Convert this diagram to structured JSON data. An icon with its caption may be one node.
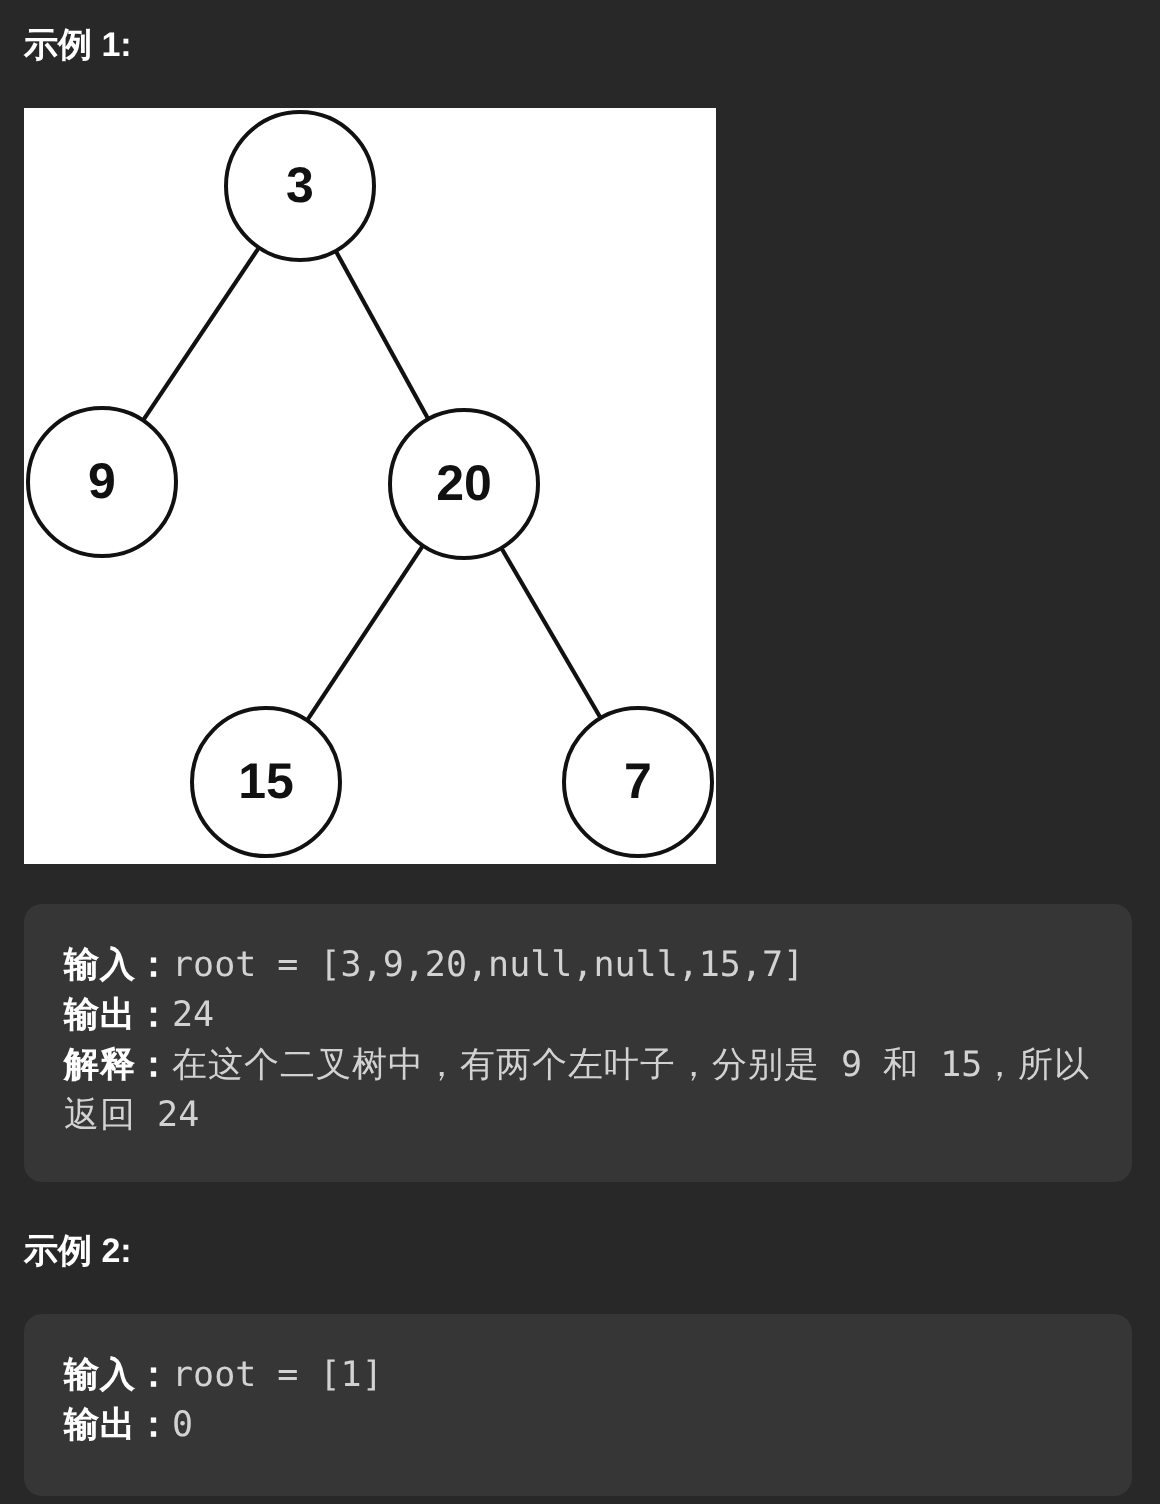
{
  "diagram": {
    "nodes": [
      {
        "text": [
          "3"
        ]
      },
      {
        "text": [
          "9"
        ]
      },
      {
        "text": [
          "20"
        ]
      },
      {
        "text": [
          "15"
        ]
      },
      {
        "text": [
          "7"
        ]
      },
      {
        "text": [
          "**输入：**root = [3,9,20,null,null,15,7]",
          "**输出：**24",
          "**解释：**在这个二叉树中，有两个左叶子，分别是 9 和 15，所以返回 24"
        ]
      },
      {
        "text": [
          "**输入：**root = [1]",
          "**输出：**0"
        ]
      }
    ],
    "edges": [
      {
        "from": 0,
        "to": 1,
        "arrow": "none"
      },
      {
        "from": 0,
        "to": 2,
        "arrow": "none"
      },
      {
        "from": 2,
        "to": 3,
        "arrow": "none"
      },
      {
        "from": 2,
        "to": 4,
        "arrow": "none"
      }
    ],
    "labels": [
      "示例 1:",
      "示例 2:"
    ]
  }
}
